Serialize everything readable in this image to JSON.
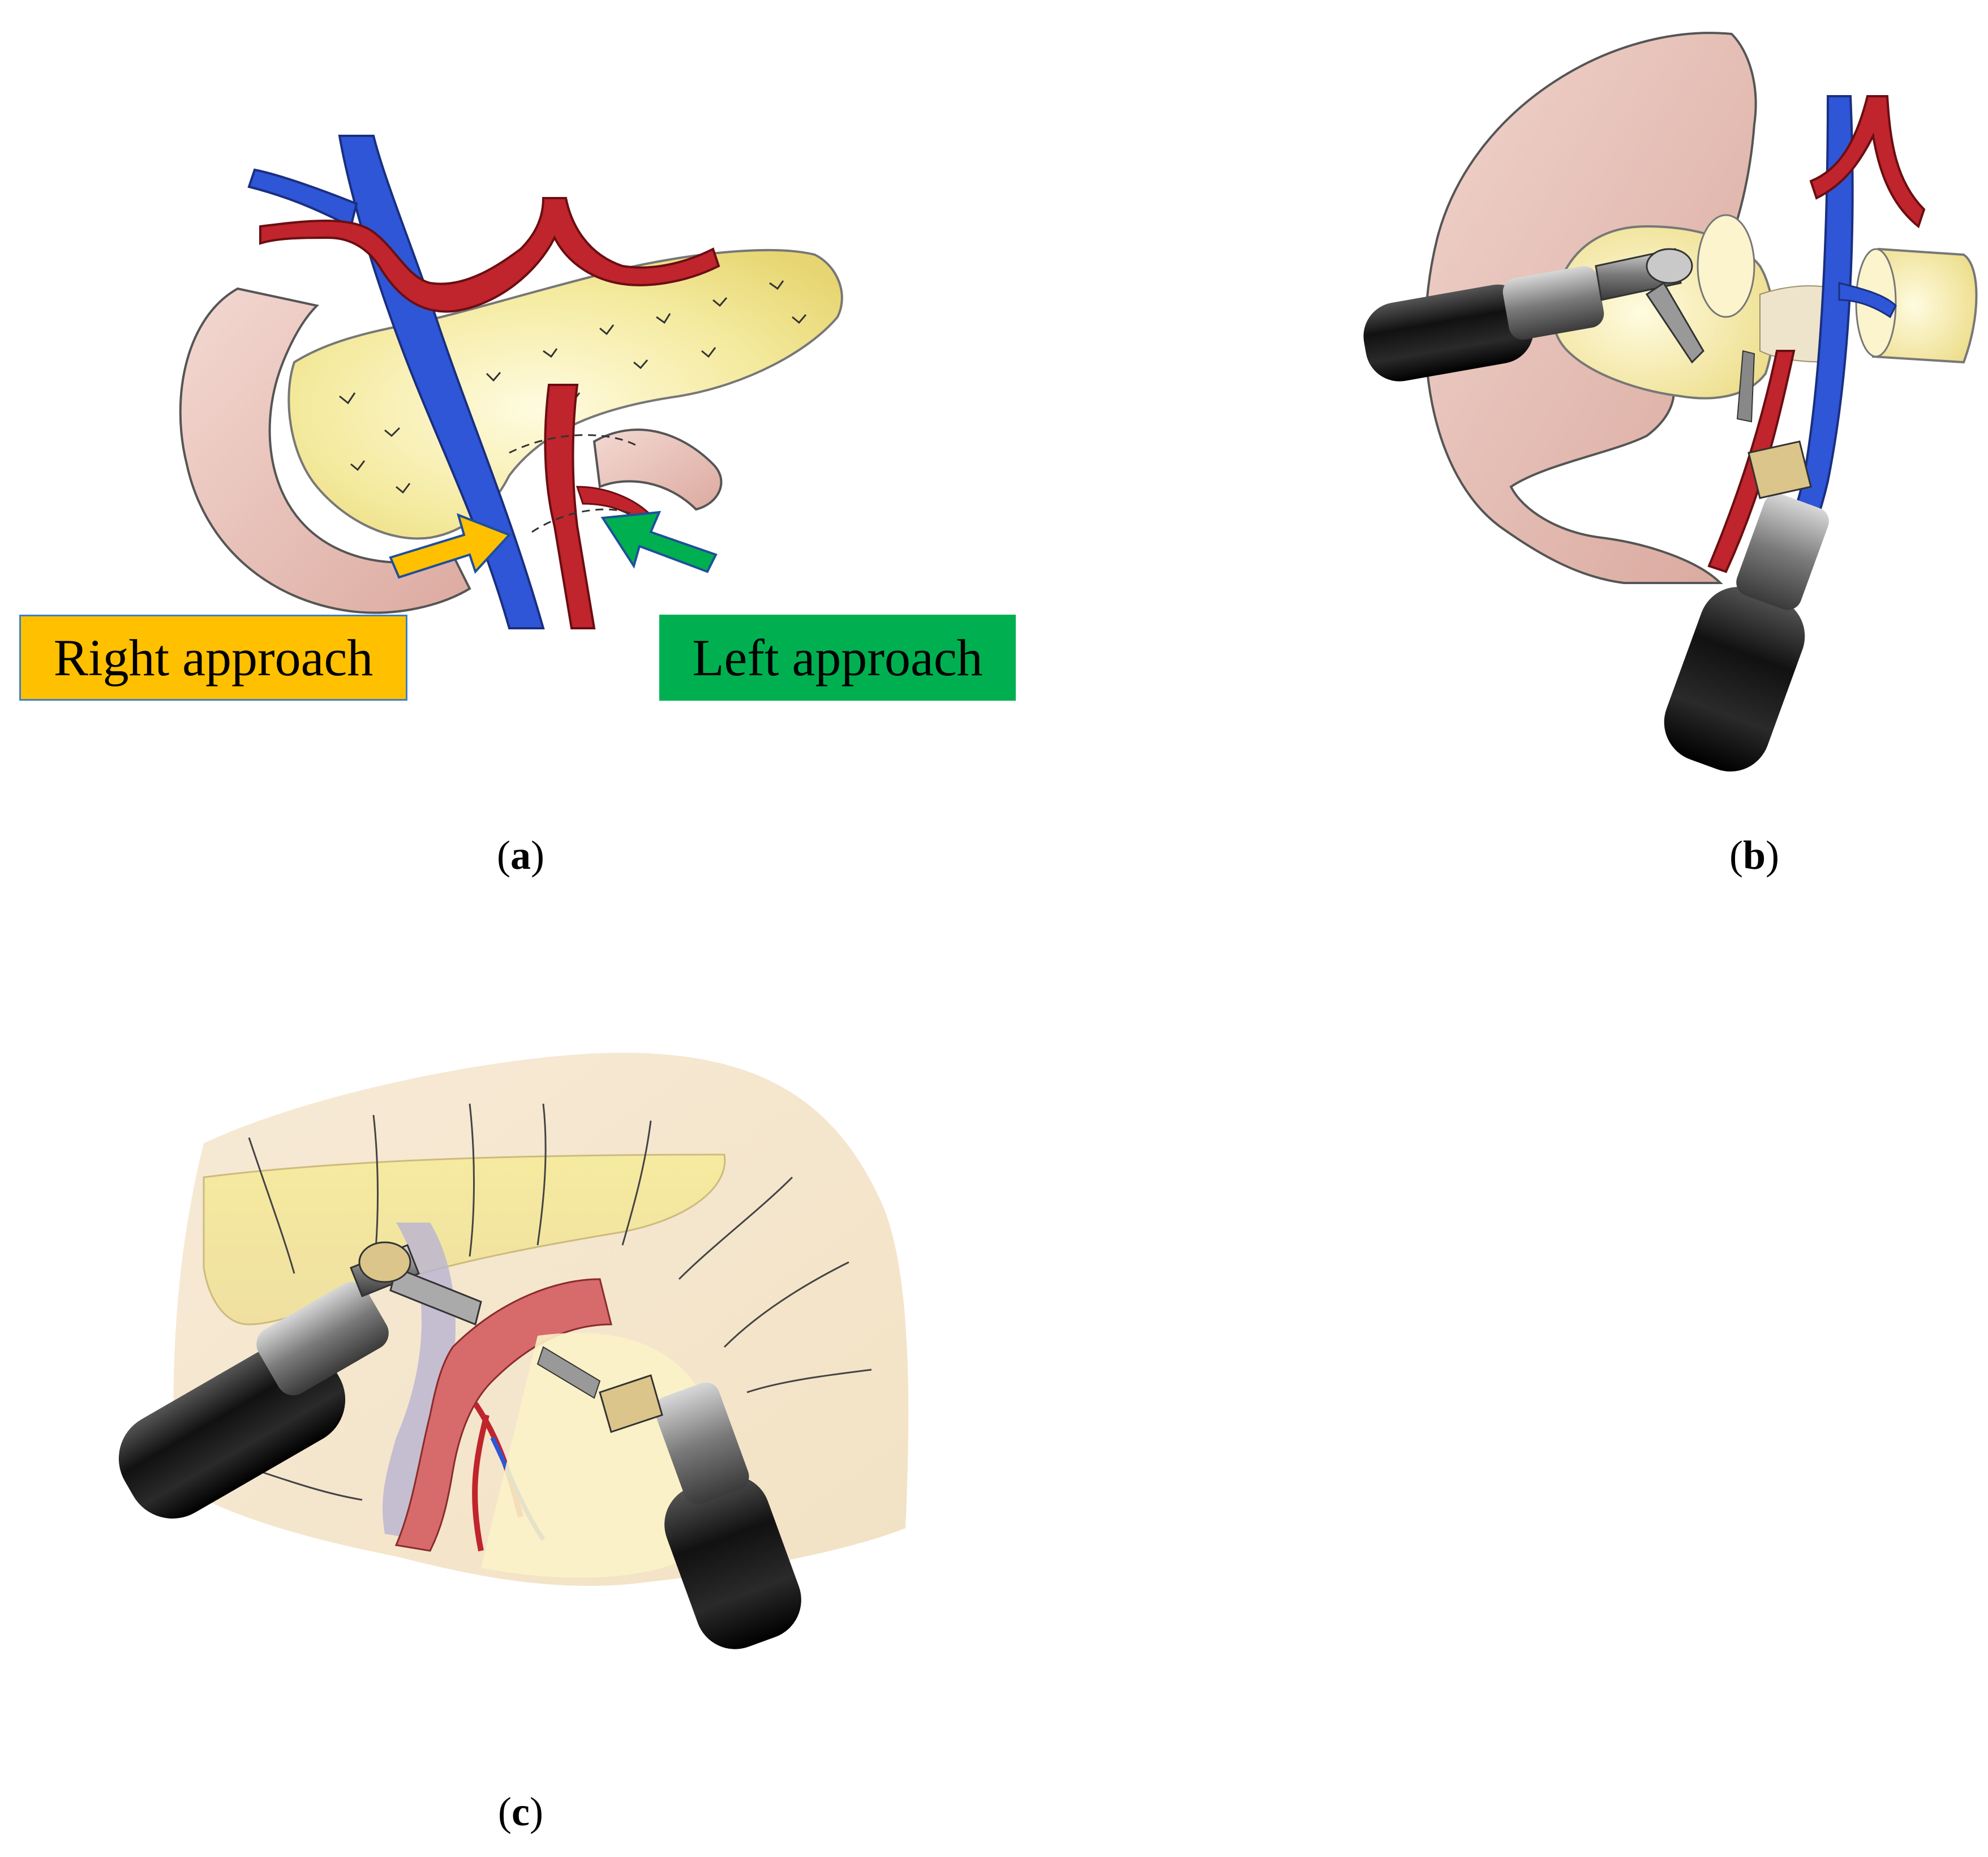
{
  "figure": {
    "panels": [
      {
        "id": "a",
        "caption_letter": "a"
      },
      {
        "id": "b",
        "caption_letter": "b"
      },
      {
        "id": "c",
        "caption_letter": "c"
      }
    ],
    "approach_labels": {
      "right": "Right approach",
      "left": "Left approach"
    },
    "colors": {
      "right_approach": "#ffc000",
      "left_approach": "#00b050",
      "vein": "#2e56d6",
      "artery": "#c0242c",
      "pancreas": "#f4ea9e",
      "duodenum": "#e9c4bc",
      "instrument_dark": "#1a1a1a",
      "instrument_metal": "#8c8c8c"
    }
  }
}
